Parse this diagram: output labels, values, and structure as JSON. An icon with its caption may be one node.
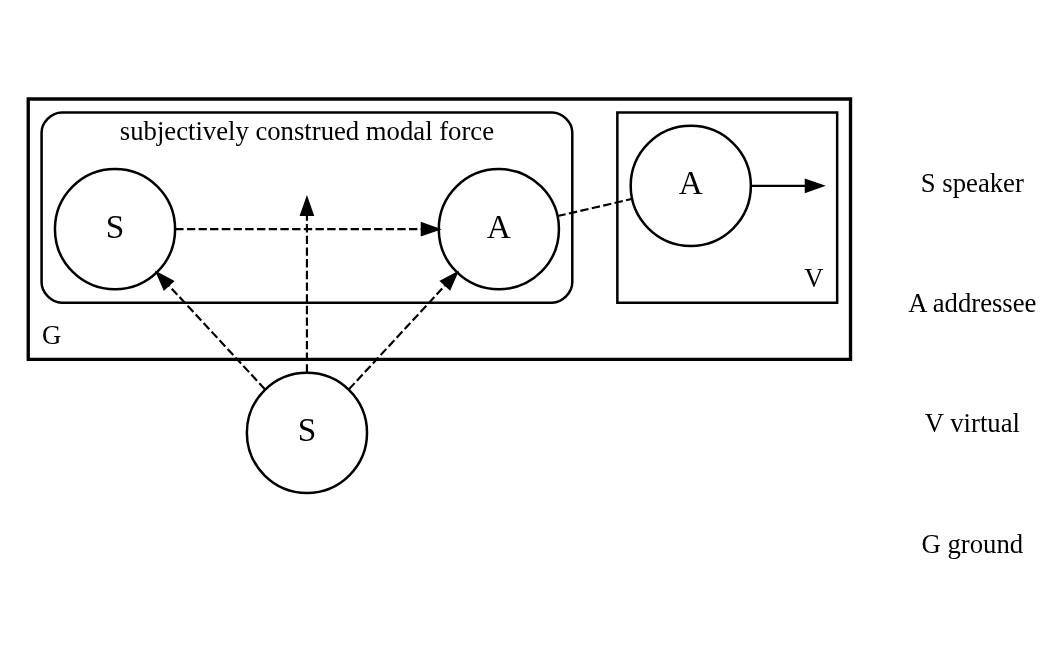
{
  "diagram": {
    "nodes": [
      {
        "text": [
          "G"
        ]
      },
      {
        "text": [
          "subjectively construed modal force"
        ],
        "in": 0
      },
      {
        "text": [
          "S"
        ],
        "in": 1
      },
      {
        "text": [
          "A"
        ],
        "in": 1
      },
      {
        "text": [
          "V"
        ],
        "in": 0
      },
      {
        "text": [
          "A"
        ],
        "in": 4
      },
      {
        "text": [
          "S"
        ]
      }
    ],
    "edges": [
      {
        "from": 2,
        "to": 3,
        "arrow": "to",
        "style": "dashed"
      },
      {
        "from": 3,
        "to": 5,
        "arrow": "none",
        "style": "dashed"
      },
      {
        "from": 5,
        "to": null,
        "arrow": "to"
      },
      {
        "from": 6,
        "to": 2,
        "arrow": "to",
        "style": "dashed"
      },
      {
        "from": 6,
        "to": null,
        "arrow": "to",
        "style": "dashed"
      },
      {
        "from": 6,
        "to": 3,
        "arrow": "to",
        "style": "dashed"
      }
    ],
    "labels": [
      "S speaker",
      "A addressee",
      "V virtual",
      "G ground"
    ]
  }
}
